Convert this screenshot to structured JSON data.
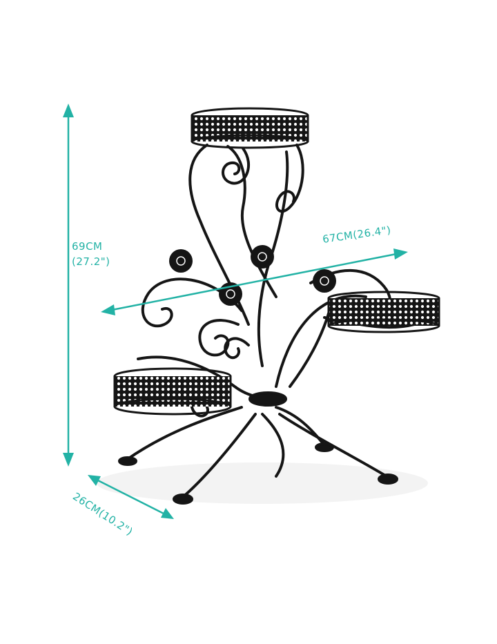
{
  "product": {
    "name": "3-tier metal plant stand",
    "finish_color": "#151515"
  },
  "dimensions": {
    "accent_color": "#22b2a5",
    "height": {
      "metric": "69CM",
      "imperial": "(27.2\")"
    },
    "width": {
      "label": "67CM(26.4\")"
    },
    "depth": {
      "label": "26CM(10.2\")"
    }
  }
}
